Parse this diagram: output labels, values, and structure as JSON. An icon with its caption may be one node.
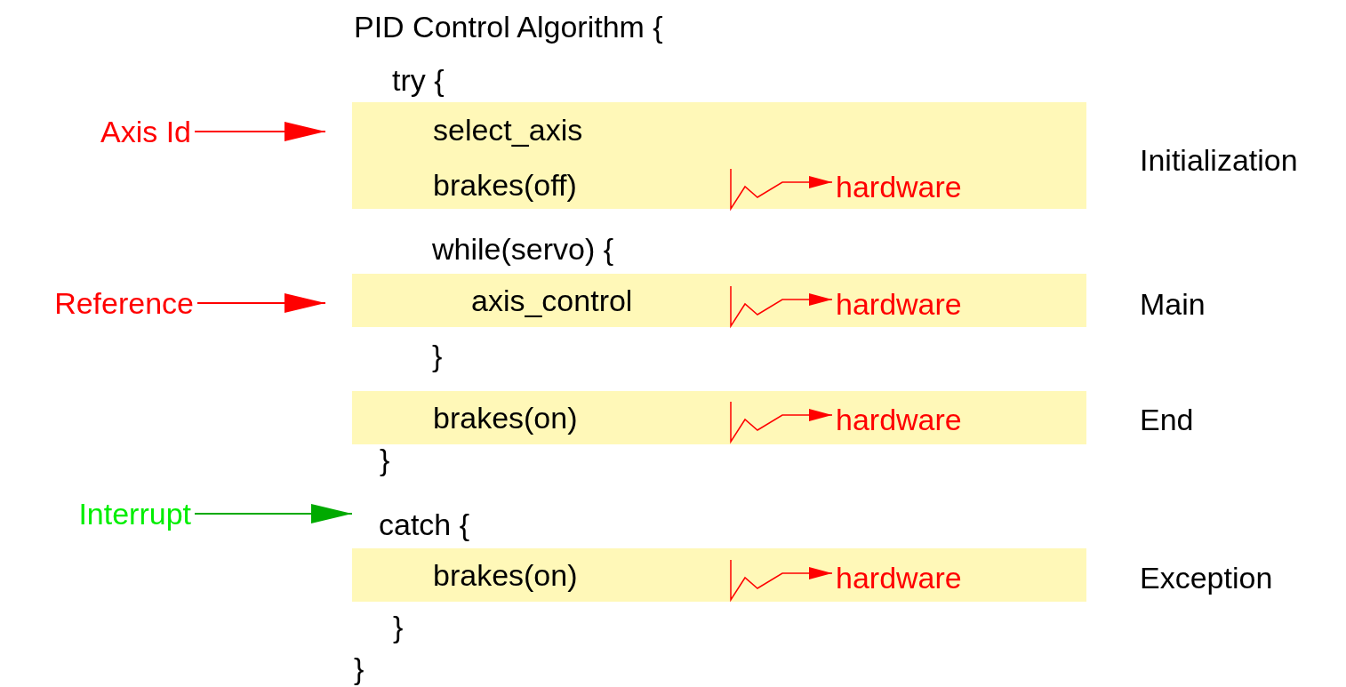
{
  "diagram": {
    "nodes": [
      {
        "text": [
          "Axis Id"
        ]
      },
      {
        "text": [
          "select_axis",
          "brakes(off)"
        ],
        "beside": [
          "Initialization"
        ]
      },
      {
        "text": [
          "hardware"
        ],
        "in": 1
      },
      {
        "text": [
          "Reference"
        ]
      },
      {
        "text": [
          "axis_control"
        ],
        "beside": [
          "Main"
        ]
      },
      {
        "text": [
          "hardware"
        ],
        "in": 4
      },
      {
        "text": [
          "brakes(on)"
        ],
        "beside": [
          "End"
        ]
      },
      {
        "text": [
          "hardware"
        ],
        "in": 6
      },
      {
        "text": [
          "Interrupt"
        ]
      },
      {
        "text": [
          "catch {"
        ]
      },
      {
        "text": [
          "brakes(on)"
        ],
        "beside": [
          "Exception"
        ]
      },
      {
        "text": [
          "hardware"
        ],
        "in": 10
      }
    ],
    "edges": [
      {
        "from": 0,
        "to": 1,
        "arrow": "to"
      },
      {
        "from": null,
        "to": 2,
        "arrow": "to"
      },
      {
        "from": 3,
        "to": 4,
        "arrow": "to"
      },
      {
        "from": null,
        "to": 5,
        "arrow": "to"
      },
      {
        "from": null,
        "to": 7,
        "arrow": "to"
      },
      {
        "from": 8,
        "to": 9,
        "arrow": "to",
        "color": "#00aa00"
      },
      {
        "from": null,
        "to": 11,
        "arrow": "to"
      }
    ],
    "labels": [
      "PID Control Algorithm {",
      "try {",
      "while(servo) {",
      "}",
      "}",
      "}",
      "}"
    ]
  }
}
